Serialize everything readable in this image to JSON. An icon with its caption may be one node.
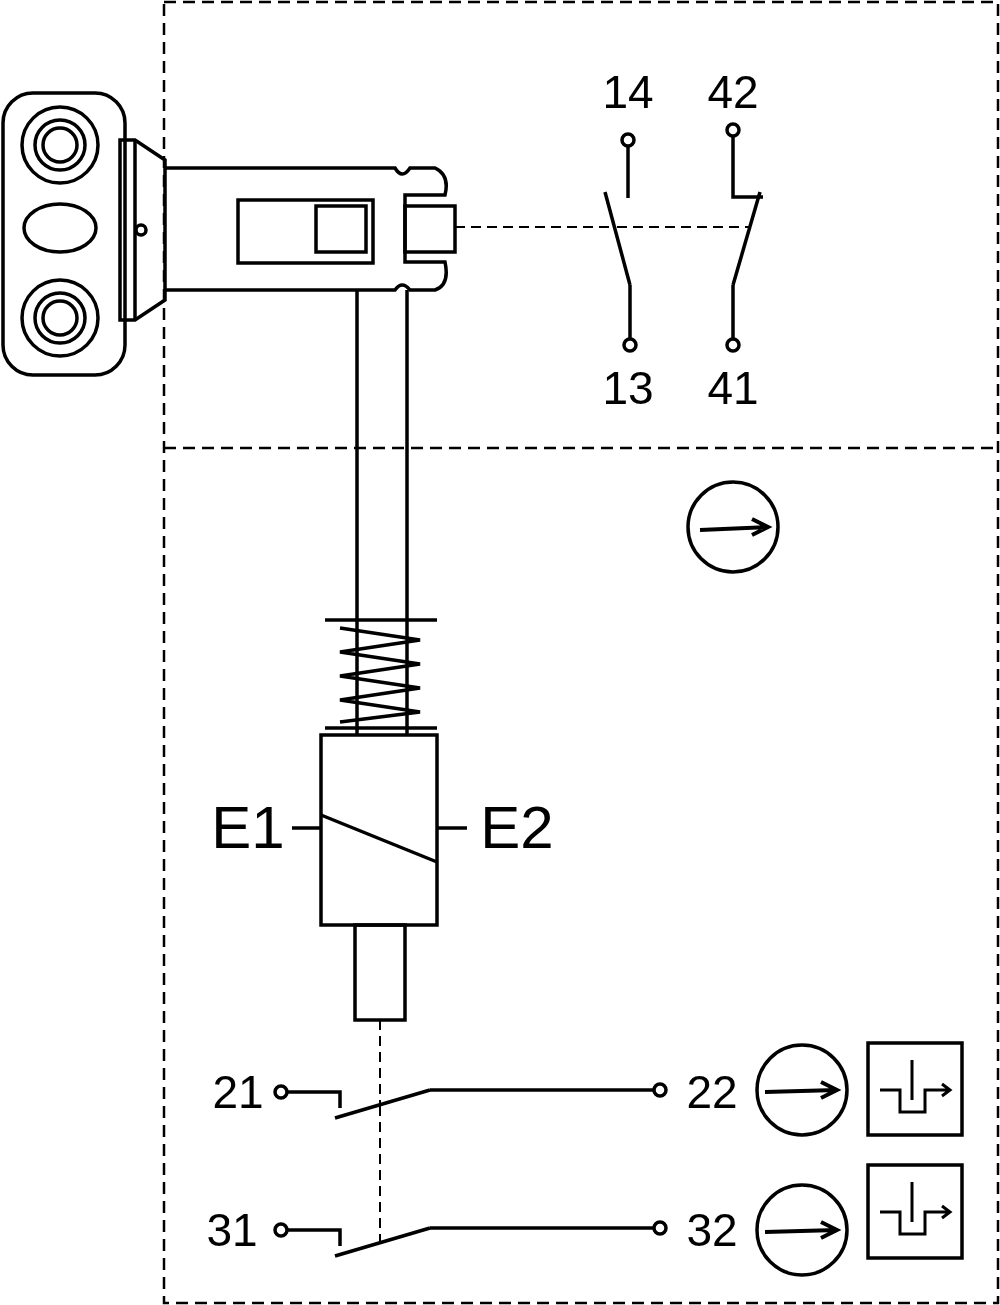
{
  "diagram": {
    "nodes": [
      {
        "text": [],
        "shape": "picture"
      },
      {
        "text": [],
        "shape": "picture"
      },
      {
        "text": [],
        "shape": "picture"
      },
      {
        "text": [],
        "shape": "picture"
      },
      {
        "text": [],
        "shape": "picture"
      },
      {
        "text": [],
        "shape": "picture"
      }
    ],
    "edges": [
      {
        "from": 0,
        "to": 1,
        "arrow": "none",
        "style": "dashed"
      },
      {
        "from": 1,
        "to": 2,
        "arrow": "none",
        "style": "dashed"
      },
      {
        "from": 3,
        "to": 4,
        "arrow": "none",
        "style": "dashed"
      },
      {
        "from": 4,
        "to": 5,
        "arrow": "none",
        "style": "dashed"
      }
    ],
    "labels": [
      "14",
      "42",
      "13",
      "41",
      "E1",
      "E2",
      "21",
      "22",
      "31",
      "32"
    ]
  }
}
